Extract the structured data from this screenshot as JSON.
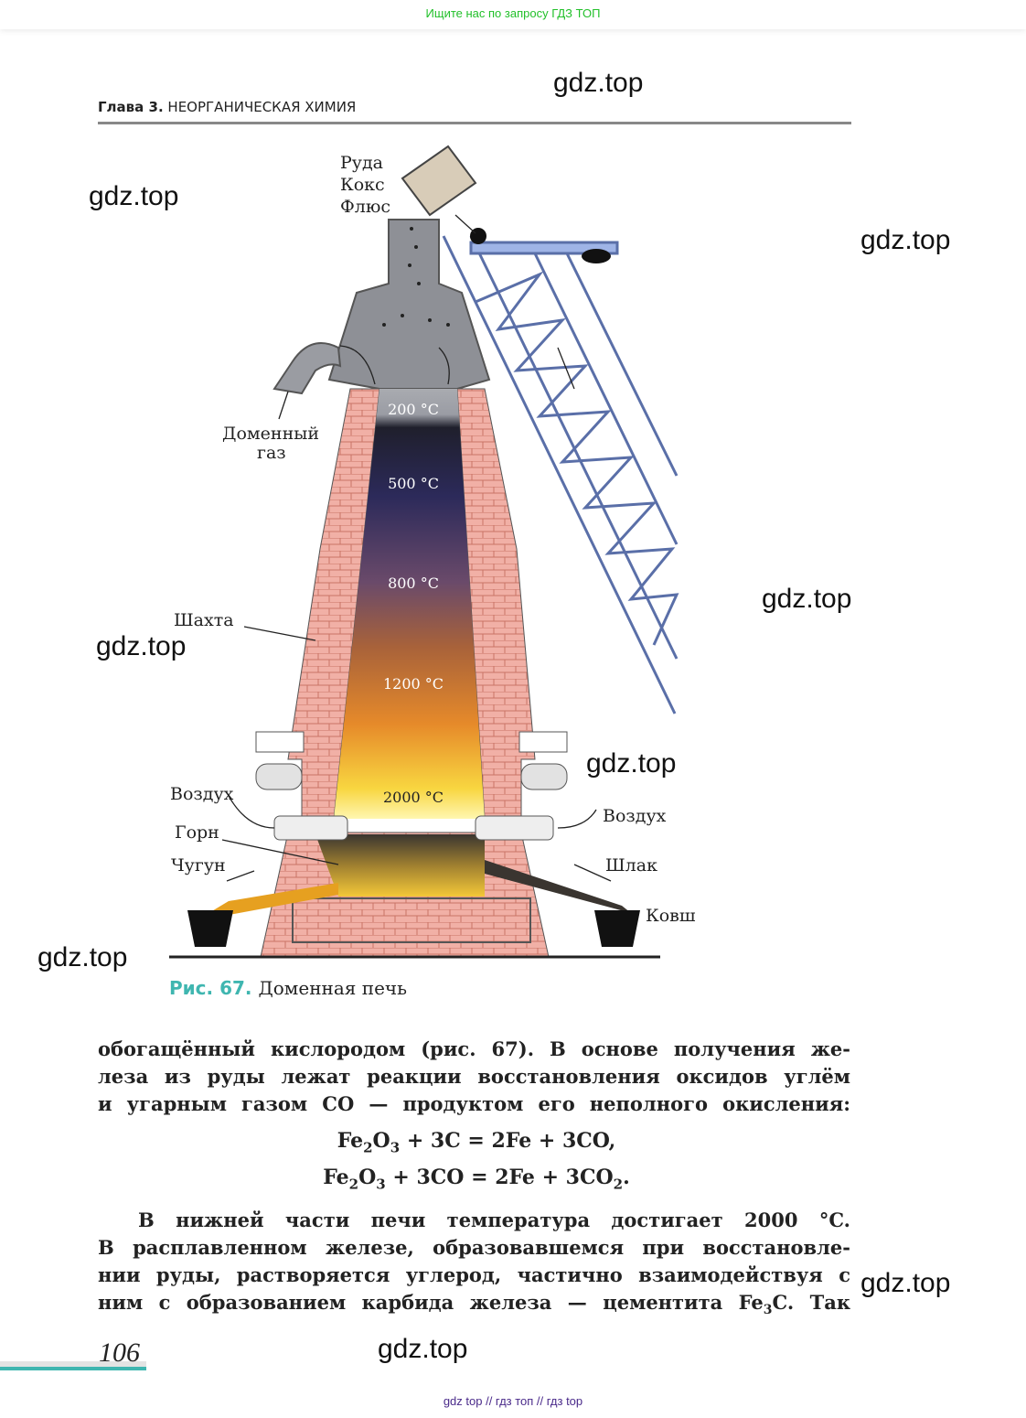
{
  "banner": {
    "text": "Ищите нас по запросу ГДЗ ТОП"
  },
  "header": {
    "chapter_bold": "Глава 3.",
    "chapter_title": "НЕОРГАНИЧЕСКАЯ ХИМИЯ"
  },
  "watermarks": [
    "gdz.top",
    "gdz.top",
    "gdz.top",
    "gdz.top",
    "gdz.top",
    "gdz.top",
    "gdz.top",
    "gdz.top",
    "gdz.top"
  ],
  "figure": {
    "labels": {
      "ore": "Руда",
      "coke": "Кокс",
      "flux": "Флюс",
      "gas1": "Доменный",
      "gas2": "газ",
      "shaft": "Шахта",
      "air_left": "Воздух",
      "air_right": "Воздух",
      "hearth": "Горн",
      "iron": "Чугун",
      "slag": "Шлак",
      "ladle": "Ковш"
    },
    "temperatures": [
      "200 °C",
      "500 °C",
      "800 °C",
      "1200 °C",
      "2000 °C"
    ],
    "caption_num": "Рис. 67.",
    "caption_text": "Доменная печь"
  },
  "text": {
    "para1": [
      "обогащённый кислородом (рис. 67). В основе получения же-",
      "леза из руды лежат реакции восстановления оксидов углём",
      "и угарным газом CO — продуктом его неполного окисления:"
    ],
    "eq1": {
      "a": "Fe",
      "s1": "2",
      "b": "O",
      "s2": "3",
      "c": " + 3C = 2Fe + 3CO,"
    },
    "eq2": {
      "a": "Fe",
      "s1": "2",
      "b": "O",
      "s2": "3",
      "c": " + 3CO = 2Fe + 3CO",
      "s3": "2",
      "d": "."
    },
    "para2": [
      "В нижней части печи температура достигает 2000 °C.",
      "В расплавленном железе, образовавшемся при восстановле-",
      "нии руды, растворяется углерод, частично взаимодействуя с"
    ],
    "last_line": {
      "a": "ним с образованием карбида железа — цементита Fe",
      "sub": "3",
      "b": "C. Так"
    }
  },
  "page_number": "106",
  "footer": "gdz top  //  гдз топ  //  гдз top"
}
